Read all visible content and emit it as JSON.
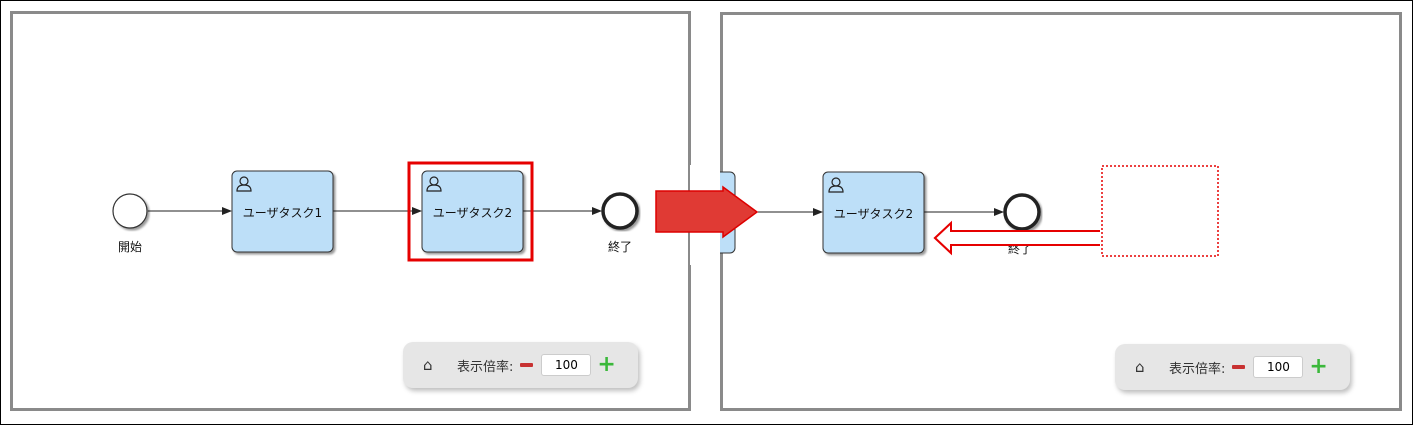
{
  "left_panel": {
    "start_label": "開始",
    "task1_label": "ユーザタスク1",
    "task2_label": "ユーザタスク2",
    "end_label": "終了",
    "zoom": {
      "label": "表示倍率:",
      "value": "100"
    }
  },
  "right_panel": {
    "task2_label": "ユーザタスク2",
    "end_label": "終了",
    "zoom": {
      "label": "表示倍率:",
      "value": "100"
    }
  },
  "colors": {
    "task_fill": "#bddff8",
    "highlight": "#e60000",
    "arrow_fill": "#e03a34"
  }
}
